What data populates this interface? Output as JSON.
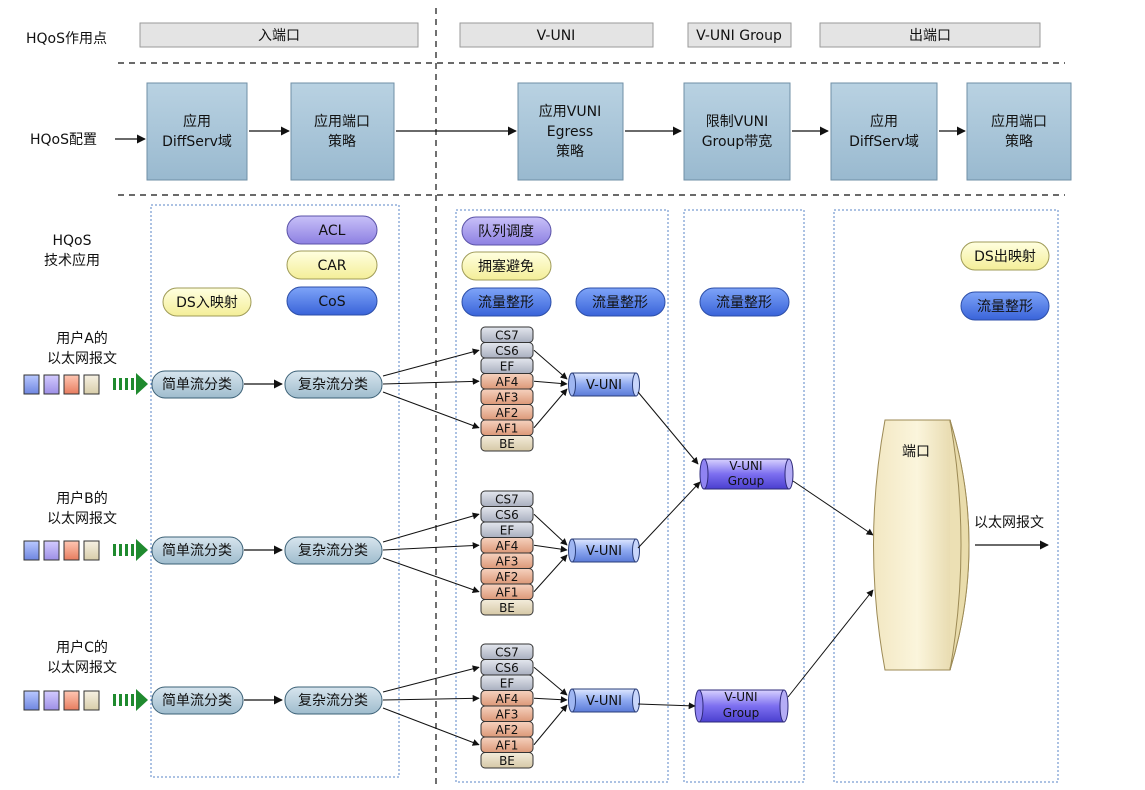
{
  "rows": {
    "points_label": "HQoS作用点",
    "config_label": "HQoS配置",
    "tech_label_1": "HQoS",
    "tech_label_2": "技术应用"
  },
  "points": {
    "ingress": "入端口",
    "vuni": "V-UNI",
    "vuni_group": "V-UNI Group",
    "egress": "出端口"
  },
  "config_boxes": {
    "b1": [
      "应用",
      "DiffServ域"
    ],
    "b2": [
      "应用端口",
      "策略"
    ],
    "b3": [
      "应用VUNI",
      "Egress",
      "策略"
    ],
    "b4": [
      "限制VUNI",
      "Group带宽"
    ],
    "b5": [
      "应用",
      "DiffServ域"
    ],
    "b6": [
      "应用端口",
      "策略"
    ]
  },
  "tech_pills": {
    "acl": "ACL",
    "car": "CAR",
    "cos": "CoS",
    "ds_in": "DS入映射",
    "queue": "队列调度",
    "congestion": "拥塞避免",
    "shaping": "流量整形",
    "ds_out": "DS出映射"
  },
  "users": [
    [
      "用户A的",
      "以太网报文"
    ],
    [
      "用户B的",
      "以太网报文"
    ],
    [
      "用户C的",
      "以太网报文"
    ]
  ],
  "flow": {
    "simple": "简单流分类",
    "complex": "复杂流分类",
    "queues": [
      "CS7",
      "CS6",
      "EF",
      "AF4",
      "AF3",
      "AF2",
      "AF1",
      "BE"
    ],
    "vuni": "V-UNI",
    "vuni_group": [
      "V-UNI",
      "Group"
    ],
    "port": "端口",
    "out": "以太网报文"
  },
  "colors": {
    "box": "#a9c6d9",
    "header_bar": "#e4e4e4",
    "pill_purple": "#a9a0ee",
    "pill_yellow": "#fdfab6",
    "pill_blue": "#4f7ee8",
    "classifier": "#bcd1dc",
    "queue_gray": "#c7ccd6",
    "queue_orange": "#eab49a",
    "queue_tan": "#e6dcc4",
    "arrow_green": "#1f8a2e"
  }
}
